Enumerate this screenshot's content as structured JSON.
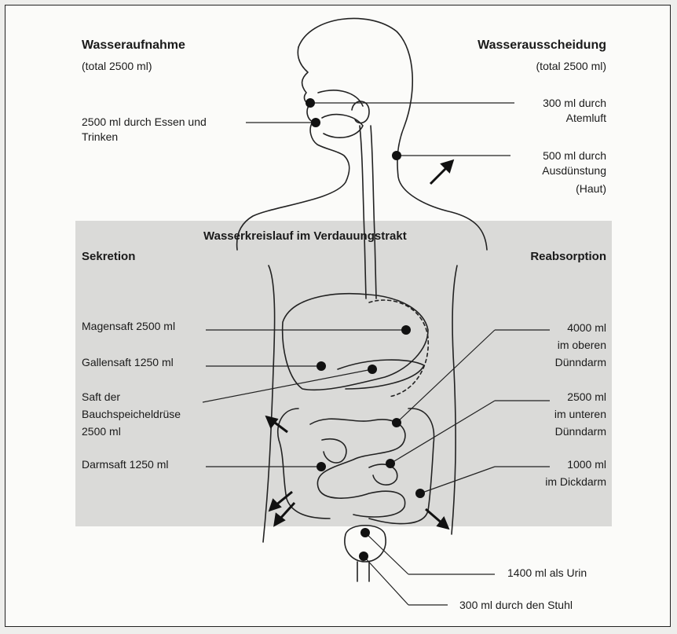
{
  "intake": {
    "title": "Wasseraufnahme",
    "total": "(total 2500 ml)",
    "food_line1": "2500 ml durch Essen und",
    "food_line2": "Trinken"
  },
  "excretion": {
    "title": "Wasserausscheidung",
    "total": "(total 2500 ml)",
    "breath_line1": "300 ml durch",
    "breath_line2": "Atemluft",
    "skin_line1": "500 ml durch",
    "skin_line2": "Ausdünstung",
    "skin_line3": "(Haut)",
    "urine": "1400 ml als Urin",
    "stool": "300 ml durch den Stuhl"
  },
  "panel": {
    "title": "Wasserkreislauf im Verdauungstrakt",
    "secretion_heading": "Sekretion",
    "reabsorption_heading": "Reabsorption",
    "secretion": {
      "gastric": "Magensaft 2500 ml",
      "bile": "Gallensaft 1250 ml",
      "pancreas_line1": "Saft der",
      "pancreas_line2": "Bauchspeicheldrüse",
      "pancreas_line3": "2500 ml",
      "intestinal": "Darmsaft 1250 ml"
    },
    "reabsorption": {
      "upper_line1": "4000 ml",
      "upper_line2": "im oberen",
      "upper_line3": "Dünndarm",
      "lower_line1": "2500 ml",
      "lower_line2": "im unteren",
      "lower_line3": "Dünndarm",
      "colon_line1": "1000 ml",
      "colon_line2": "im Dickdarm"
    }
  }
}
